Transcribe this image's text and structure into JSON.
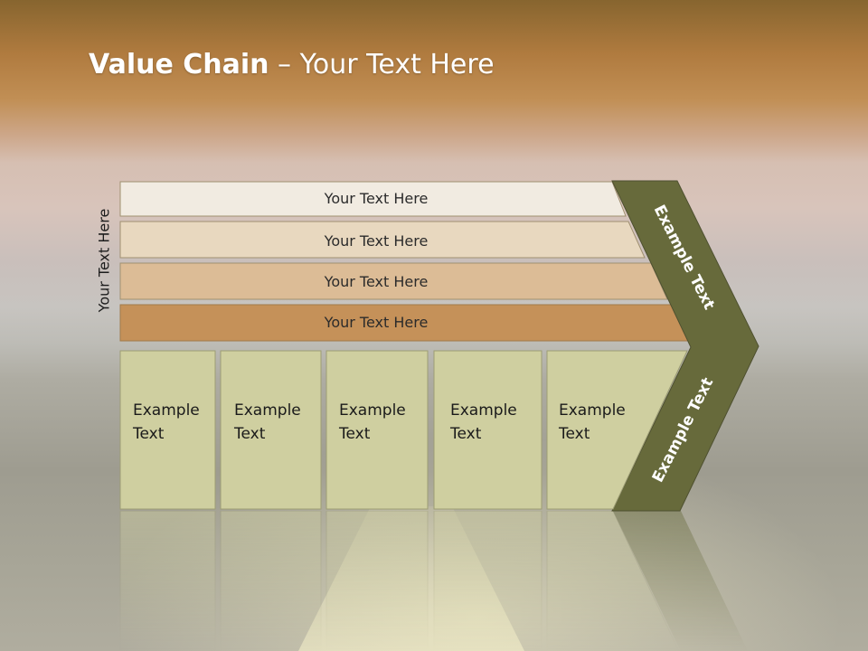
{
  "slide": {
    "title_bold": "Value Chain",
    "title_rest": " – Your Text Here",
    "side_label": "Your Text Here"
  },
  "bars": [
    {
      "label": "Your Text Here",
      "color": "#f1ebe1"
    },
    {
      "label": "Your Text Here",
      "color": "#e8d8bf"
    },
    {
      "label": "Your Text Here",
      "color": "#dcbc96"
    },
    {
      "label": "Your Text Here",
      "color": "#c59159"
    }
  ],
  "boxes": [
    {
      "line1": "Example",
      "line2": "Text"
    },
    {
      "line1": "Example",
      "line2": "Text"
    },
    {
      "line1": "Example",
      "line2": "Text"
    },
    {
      "line1": "Example",
      "line2": "Text"
    },
    {
      "line1": "Example",
      "line2": "Text"
    }
  ],
  "chevron": {
    "upper_label": "Example Text",
    "lower_label": "Example Text",
    "color": "#676a3b"
  },
  "colors": {
    "box_fill": "#cfcfa0",
    "box_stroke": "#9d9d74"
  }
}
